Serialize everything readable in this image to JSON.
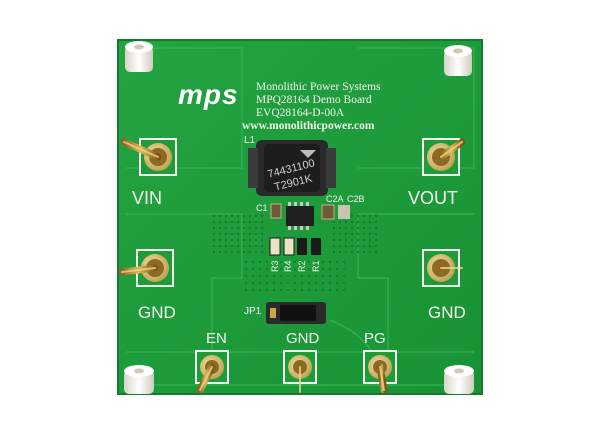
{
  "board": {
    "logo": "mps",
    "company": "Monolithic Power Systems",
    "demo_board": "MPQ28164 Demo Board",
    "part_number": "EVQ28164-D-00A",
    "website": "www.monolithicpower.com",
    "inductor_ref": "L1",
    "inductor_marking_1": "74431100",
    "inductor_marking_2": "T2901K",
    "cap_c1": "C1",
    "cap_c2a": "C2A",
    "cap_c2b": "C2B",
    "res_r3": "R3",
    "res_r4": "R4",
    "res_r2": "R2",
    "res_r1": "R1",
    "jumper_ref": "JP1"
  },
  "terminals": {
    "vin": "VIN",
    "vout": "VOUT",
    "gnd_left": "GND",
    "gnd_right": "GND",
    "en": "EN",
    "gnd_bottom": "GND",
    "pg": "PG"
  },
  "colors": {
    "pcb": "#1f9b3a",
    "silkscreen": "#f2f7ee",
    "copper_pad": "#d8c27a",
    "brass_pin": "#b8892f",
    "standoff": "#f3f1e4",
    "inductor": "#232323"
  }
}
